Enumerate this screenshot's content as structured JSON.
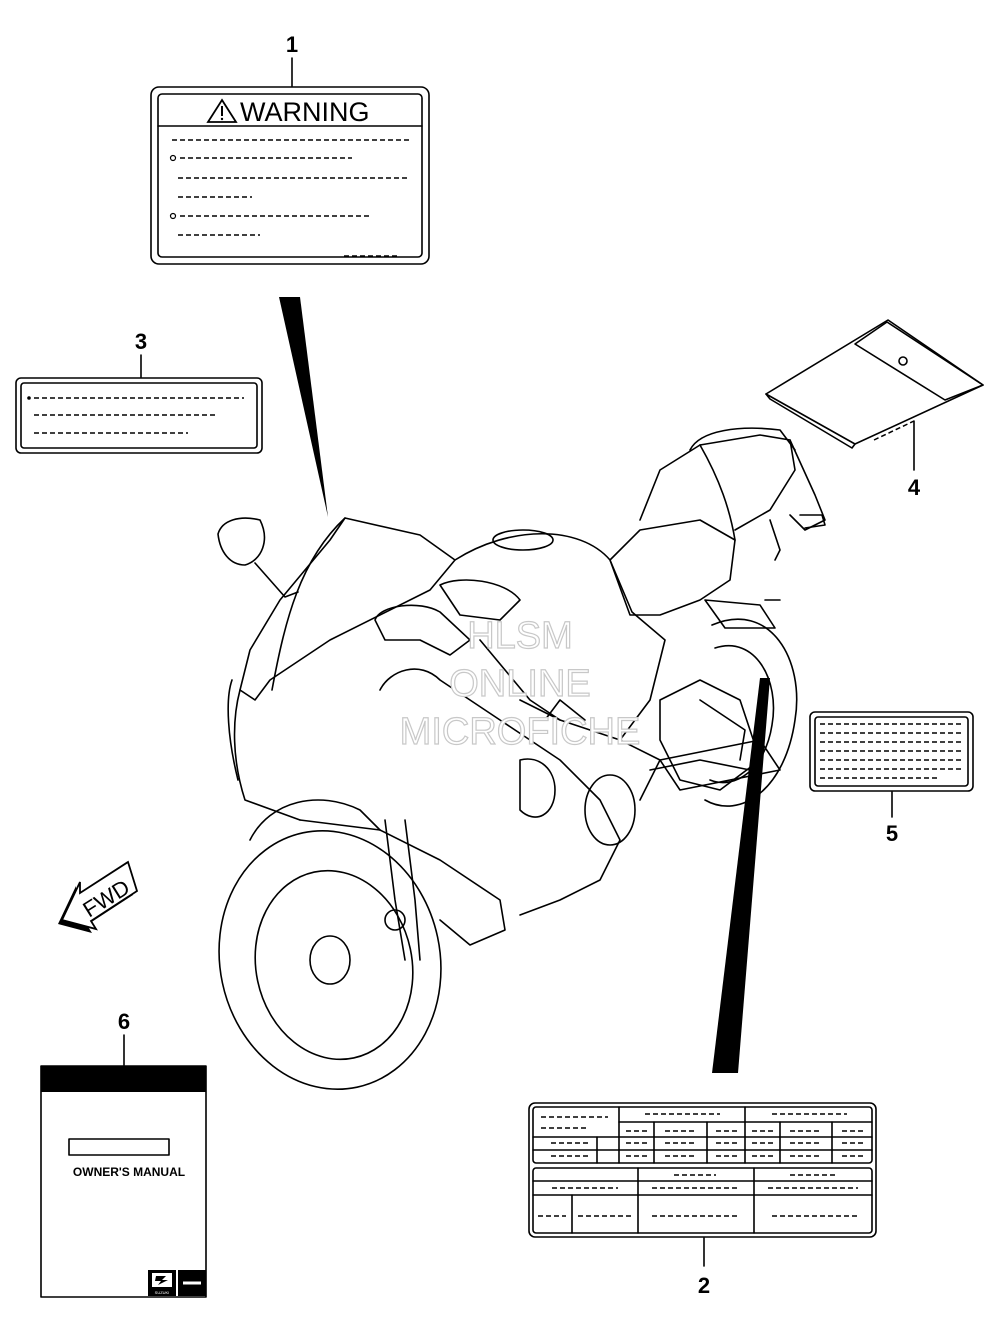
{
  "callouts": {
    "c1": "1",
    "c2": "2",
    "c3": "3",
    "c4": "4",
    "c5": "5",
    "c6": "6"
  },
  "warning_label": {
    "title": "WARNING"
  },
  "owners_manual": {
    "title": "OWNER'S MANUAL",
    "brand": "SUZUKI"
  },
  "direction_arrow": {
    "label": "FWD"
  },
  "watermark": {
    "line1": "HLSM",
    "line2": "ONLINE",
    "line3": "MICROFICHE"
  },
  "icons": [
    "warning-triangle-icon",
    "suzuki-logo-icon",
    "fwd-arrow-icon"
  ]
}
